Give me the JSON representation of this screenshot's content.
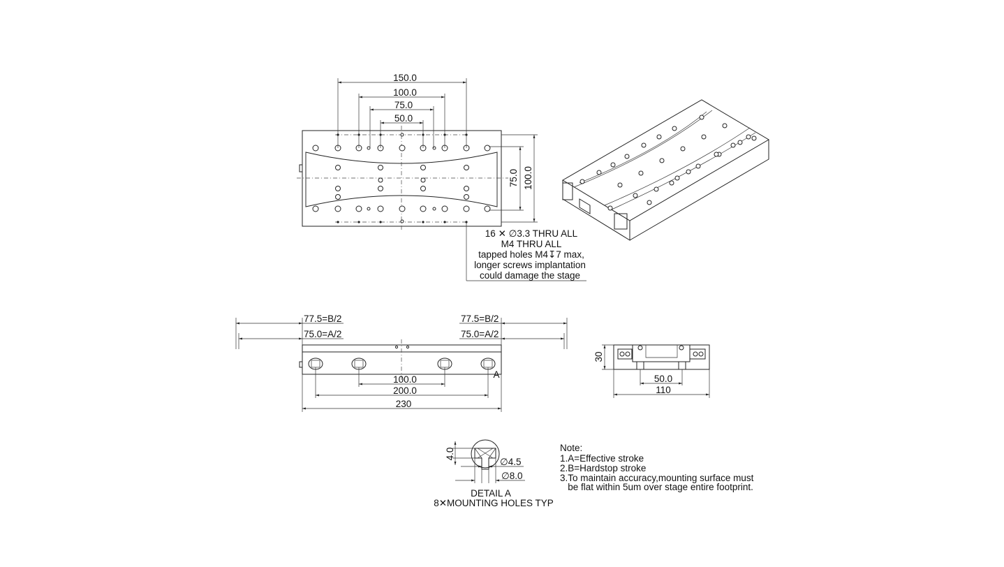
{
  "top_view": {
    "dims_horizontal": [
      "150.0",
      "100.0",
      "75.0",
      "50.0"
    ],
    "dims_vertical": [
      "75.0",
      "100.0"
    ],
    "callout": [
      "16 ✕ ∅3.3 THRU ALL",
      "M4 THRU ALL",
      "tapped holes M4↧7 max,",
      "longer screws implantation",
      "could damage the stage"
    ]
  },
  "front_view": {
    "stroke_left": [
      "77.5=B/2",
      "75.0=A/2"
    ],
    "stroke_right": [
      "77.5=B/2",
      "75.0=A/2"
    ],
    "dims": [
      "100.0",
      "200.0",
      "230"
    ],
    "detail_marker": "A"
  },
  "side_view": {
    "height": "30",
    "dims": [
      "50.0",
      "110"
    ]
  },
  "detail_a": {
    "dim_depth": "4.0",
    "dim_hole": "∅4.5",
    "dim_counterbore": "∅8.0",
    "title": "DETAIL A",
    "subtitle": "8✕MOUNTING HOLES TYP"
  },
  "notes": {
    "heading": "Note:",
    "lines": [
      "1.A=Effective stroke",
      "2.B=Hardstop stroke",
      "3.To maintain accuracy,mounting surface must",
      "   be flat within 5um over stage entire footprint."
    ]
  },
  "colors": {
    "line": "#222222",
    "background": "#ffffff"
  }
}
